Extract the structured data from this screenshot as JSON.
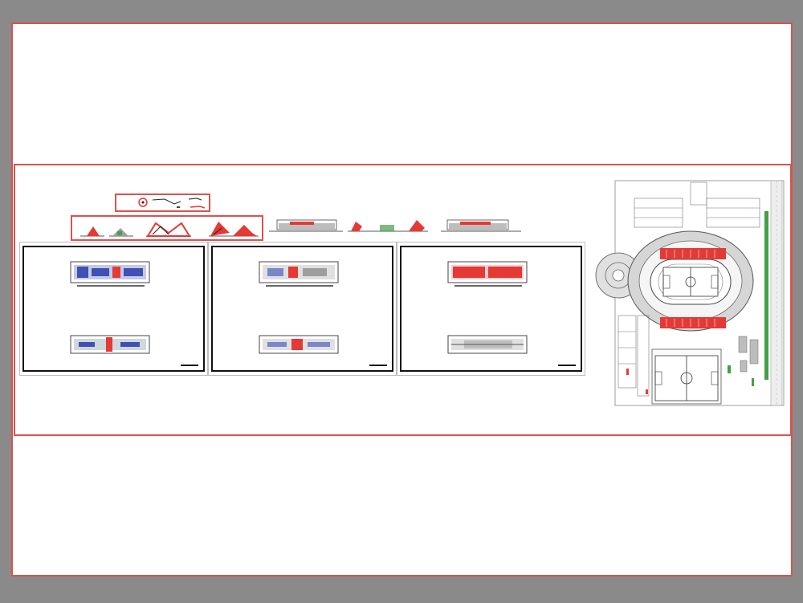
{
  "viewer": {
    "background": "#8a8a8a",
    "sheet_color": "#ffffff",
    "border_color": "#d9534f"
  },
  "colors": {
    "wall_red": "#e53935",
    "plan_blue": "#3f51b5",
    "grass_green": "#43a047",
    "line_dark": "#222222",
    "line_grey": "#9e9e9e"
  },
  "panels": [
    {
      "id": "panel-1",
      "variant": "blue"
    },
    {
      "id": "panel-2",
      "variant": "mixed"
    },
    {
      "id": "panel-3",
      "variant": "red"
    }
  ]
}
